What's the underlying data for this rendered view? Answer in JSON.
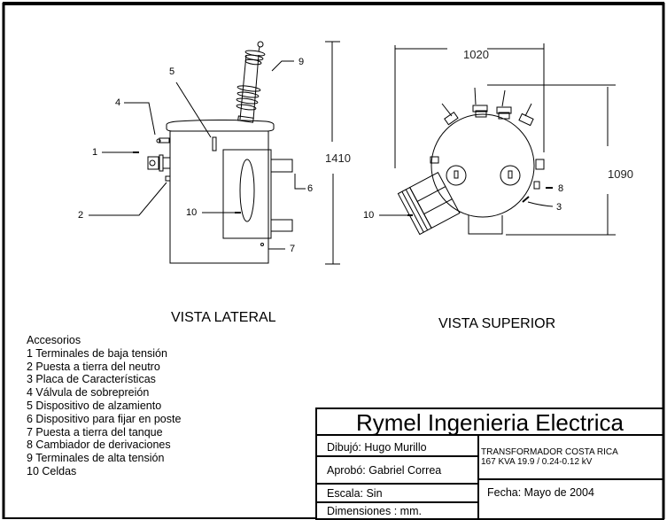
{
  "views": {
    "lateral": {
      "title": "VISTA LATERAL",
      "dimension_height": "1410",
      "callouts": [
        "1",
        "2",
        "4",
        "5",
        "6",
        "7",
        "9",
        "10"
      ]
    },
    "superior": {
      "title": "VISTA SUPERIOR",
      "dimension_width": "1020",
      "dimension_height": "1090",
      "callouts": [
        "3",
        "8",
        "10"
      ]
    }
  },
  "legend": {
    "heading": "Accesorios",
    "items": [
      "1 Terminales de baja tensión",
      "2 Puesta a tierra del neutro",
      "3 Placa de Características",
      "4 Válvula de sobrepreión",
      "5 Dispositivo de alzamiento",
      "6 Dispositivo para fijar en poste",
      "7 Puesta a tierra del tanque",
      "8 Cambiador de derivaciones",
      "9 Terminales de alta tensión",
      "10 Celdas"
    ]
  },
  "titleblock": {
    "company": "Rymel Ingenieria Electrica",
    "drawn_by": "Dibujó: Hugo Murillo",
    "approved_by": "Aprobó: Gabriel Correa",
    "scale": "Escala: Sin",
    "units": "Dimensiones :  mm.",
    "description_line1": "TRANSFORMADOR COSTA RICA",
    "description_line2": "167 KVA  19.9 / 0.24-0.12 kV",
    "date": "Fecha: Mayo de 2004"
  }
}
